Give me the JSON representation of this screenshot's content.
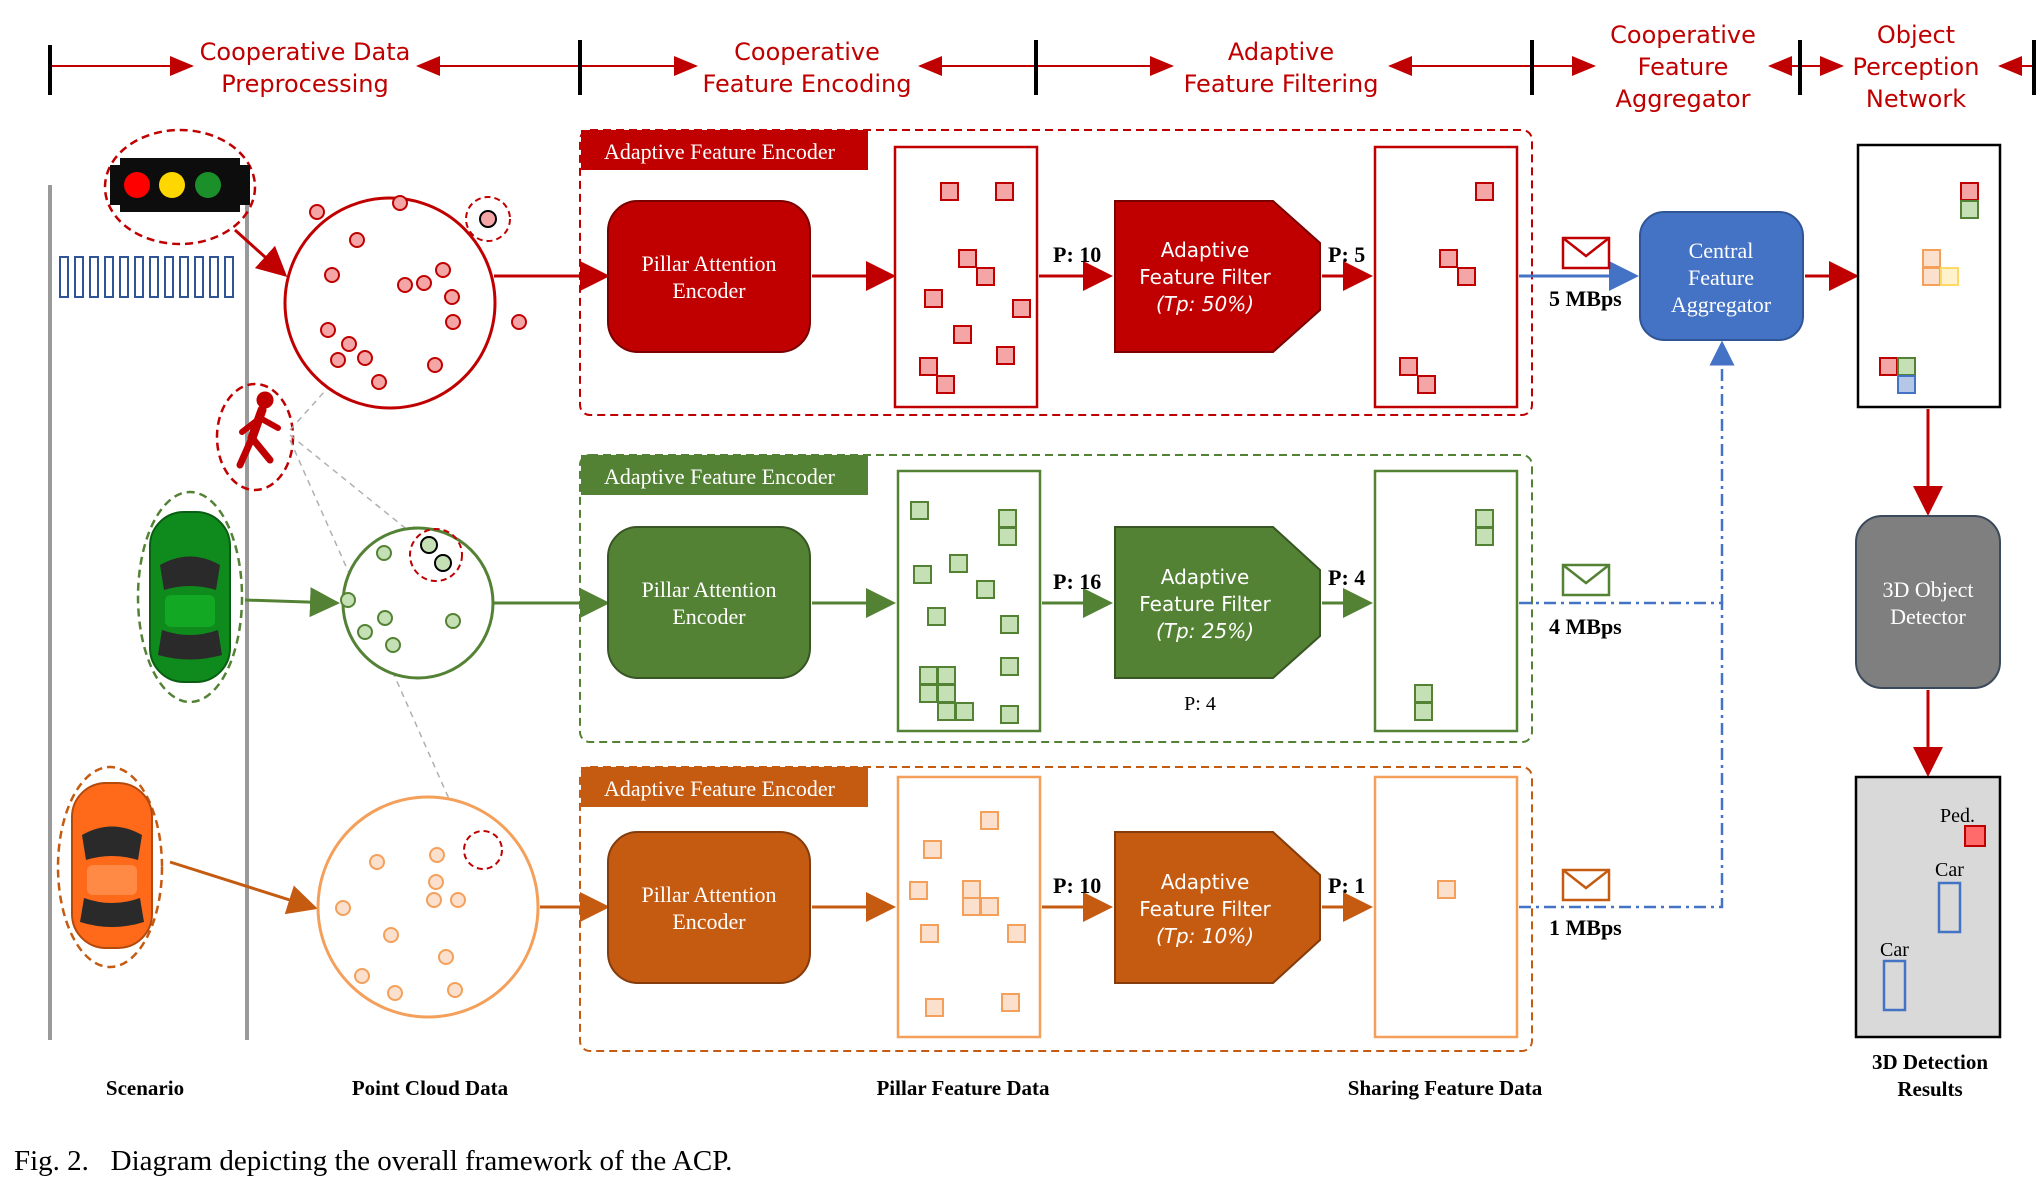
{
  "stages": {
    "preprocessing": [
      "Cooperative Data",
      "Preprocessing"
    ],
    "encoding": [
      "Cooperative",
      "Feature Encoding"
    ],
    "filtering": [
      "Adaptive",
      "Feature Filtering"
    ],
    "aggregator": [
      "Cooperative",
      "Feature",
      "Aggregator"
    ],
    "perception": [
      "Object",
      "Perception",
      "Network"
    ]
  },
  "rows": [
    {
      "id": "red",
      "encoder_tag": "Adaptive Feature Encoder",
      "encoder": [
        "Pillar Attention",
        "Encoder"
      ],
      "p_in": "P: 10",
      "filter": [
        "Adaptive",
        "Feature Filter",
        "(Tp: 50%)"
      ],
      "p_out": "P: 5",
      "bandwidth": "5 MBps",
      "extra_label": ""
    },
    {
      "id": "green",
      "encoder_tag": "Adaptive Feature Encoder",
      "encoder": [
        "Pillar Attention",
        "Encoder"
      ],
      "p_in": "P: 16",
      "filter": [
        "Adaptive",
        "Feature Filter",
        "(Tp: 25%)"
      ],
      "p_out": "P: 4",
      "bandwidth": "4 MBps",
      "extra_label": "P: 4"
    },
    {
      "id": "orange",
      "encoder_tag": "Adaptive Feature Encoder",
      "encoder": [
        "Pillar Attention",
        "Encoder"
      ],
      "p_in": "P: 10",
      "filter": [
        "Adaptive",
        "Feature Filter",
        "(Tp: 10%)"
      ],
      "p_out": "P: 1",
      "bandwidth": "1 MBps",
      "extra_label": ""
    }
  ],
  "aggregator_block": [
    "Central",
    "Feature",
    "Aggregator"
  ],
  "detector_block": [
    "3D Object",
    "Detector"
  ],
  "results": {
    "ped": "Ped.",
    "car1": "Car",
    "car2": "Car"
  },
  "bottom_labels": {
    "scenario": "Scenario",
    "point_cloud": "Point Cloud Data",
    "pillar_feature": "Pillar Feature Data",
    "sharing_feature": "Sharing Feature Data",
    "detection_results": [
      "3D Detection",
      "Results"
    ]
  },
  "caption": "Fig. 2.   Diagram depicting the overall framework of the ACP.",
  "colors": {
    "red": "#c00000",
    "green": "#548235",
    "orange": "#c55a11",
    "blue": "#4472c4",
    "gray": "#7f7f7f"
  }
}
